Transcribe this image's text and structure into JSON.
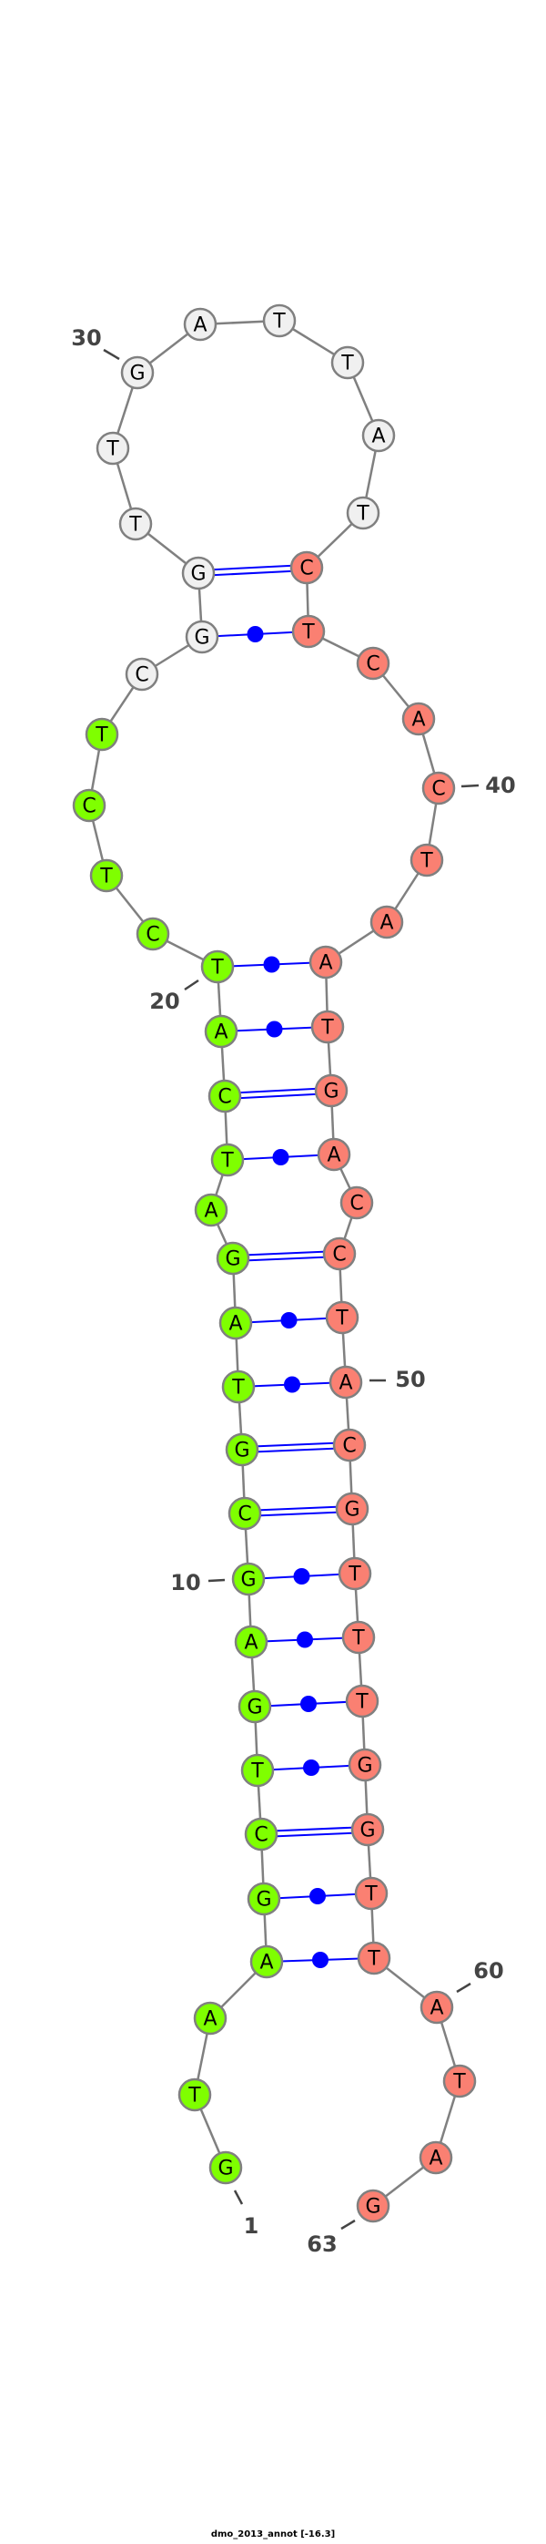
{
  "title": "dmo_2013_annot [-16.3]",
  "sequence": "GTAAGCTGAGCGTAGATCATCTCTCGGTTGATTATCTCACTAATGACCTACGTTTGGTTATAG",
  "colors": {
    "green_region": "#7fff00",
    "white_region": "#f0f0f0",
    "red_region": "#fa8072",
    "outline": "#808080",
    "backbone": "#808080",
    "pair": "#0000ff",
    "label": "#444444"
  },
  "regions": [
    {
      "from": 1,
      "to": 24,
      "color": "green_region"
    },
    {
      "from": 25,
      "to": 35,
      "color": "white_region"
    },
    {
      "from": 36,
      "to": 63,
      "color": "red_region"
    }
  ],
  "pairs": [
    [
      4,
      59
    ],
    [
      5,
      58
    ],
    [
      6,
      57
    ],
    [
      7,
      56
    ],
    [
      8,
      55
    ],
    [
      9,
      54
    ],
    [
      10,
      53
    ],
    [
      11,
      52
    ],
    [
      12,
      51
    ],
    [
      13,
      50
    ],
    [
      14,
      49
    ],
    [
      15,
      48
    ],
    [
      17,
      46
    ],
    [
      18,
      45
    ],
    [
      19,
      44
    ],
    [
      20,
      43
    ],
    [
      26,
      37
    ],
    [
      27,
      36
    ]
  ],
  "number_labels": [
    {
      "index": 1,
      "text": "1"
    },
    {
      "index": 10,
      "text": "10"
    },
    {
      "index": 20,
      "text": "20"
    },
    {
      "index": 30,
      "text": "30"
    },
    {
      "index": 40,
      "text": "40"
    },
    {
      "index": 50,
      "text": "50"
    },
    {
      "index": 60,
      "text": "60"
    },
    {
      "index": 63,
      "text": "63"
    }
  ]
}
